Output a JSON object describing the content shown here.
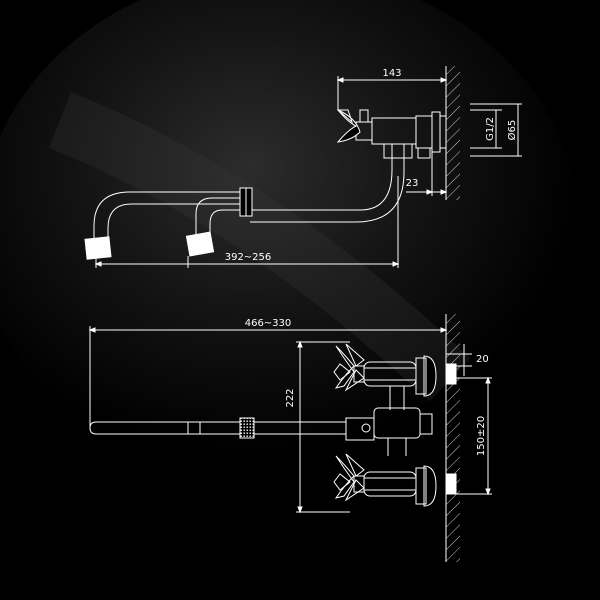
{
  "colors": {
    "background": "#000000",
    "line": "#ffffff",
    "glow": "#3a3a3a"
  },
  "top_view": {
    "dim_width": "143",
    "dim_thread": "G1/2",
    "dim_diameter": "Ø65",
    "dim_offset": "23",
    "dim_spout_reach": "392~256"
  },
  "front_view": {
    "dim_spout_reach": "466~330",
    "dim_height": "222",
    "dim_offset": "20",
    "dim_centers": "150±20"
  }
}
